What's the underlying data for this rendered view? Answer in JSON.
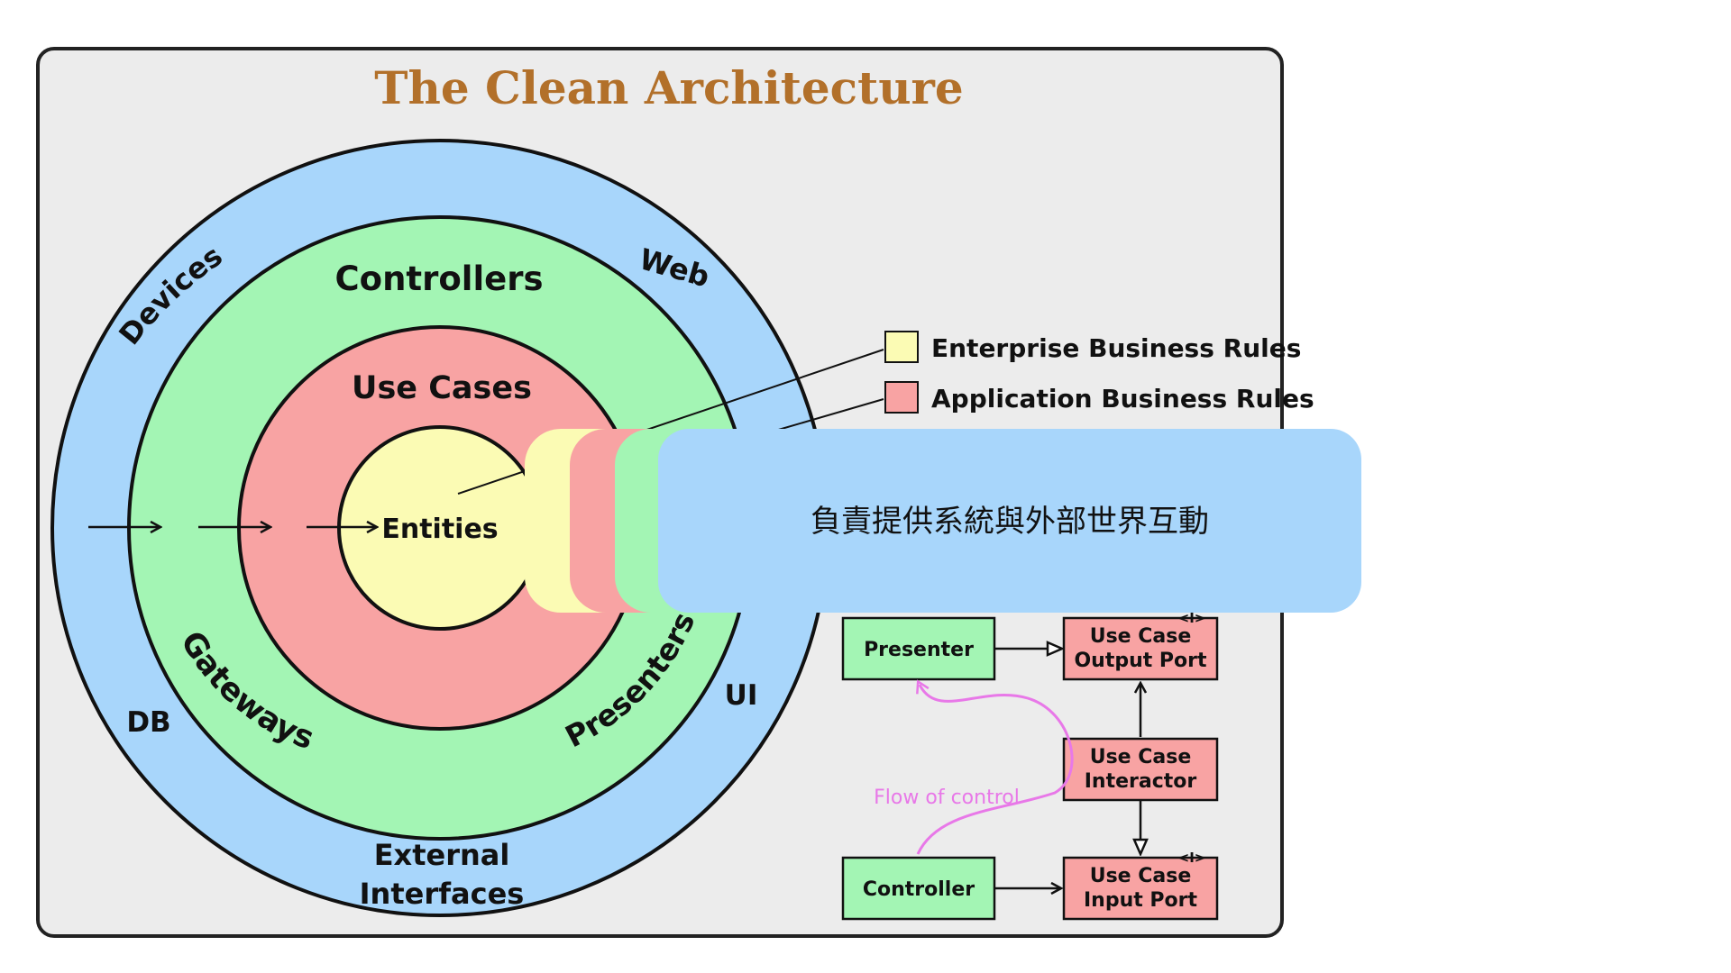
{
  "title": "The Clean Architecture",
  "rings": {
    "devices": "Devices",
    "web": "Web",
    "db": "DB",
    "ui": "UI",
    "external": [
      "External",
      "Interfaces"
    ],
    "controllers": "Controllers",
    "gateways": "Gateways",
    "presenters": "Presenters",
    "use_cases": "Use Cases",
    "entities": "Entities"
  },
  "legend": [
    {
      "label": "Enterprise Business Rules",
      "color": "#fbfbb4"
    },
    {
      "label": "Application Business Rules",
      "color": "#f8a3a3"
    }
  ],
  "boxes": {
    "presenter": "Presenter",
    "controller": "Controller",
    "output_port": [
      "Use Case",
      "Output Port"
    ],
    "interactor": [
      "Use Case",
      "Interactor"
    ],
    "input_port": [
      "Use Case",
      "Input Port"
    ],
    "interface_mark": "<I>"
  },
  "flow_label": "Flow of control",
  "callout": {
    "text": "負責提供系統與外部世界互動",
    "tab_colors": [
      "#fbfbb4",
      "#f8a3a3",
      "#a3f5b4"
    ],
    "main_color": "#a8d6fb"
  },
  "colors": {
    "blue": "#a8d6fb",
    "green": "#a3f5b4",
    "red": "#f8a3a3",
    "yellow": "#fbfbb4",
    "flow": "#e878e8",
    "panel": "#ececec",
    "title": "#b2702a"
  }
}
